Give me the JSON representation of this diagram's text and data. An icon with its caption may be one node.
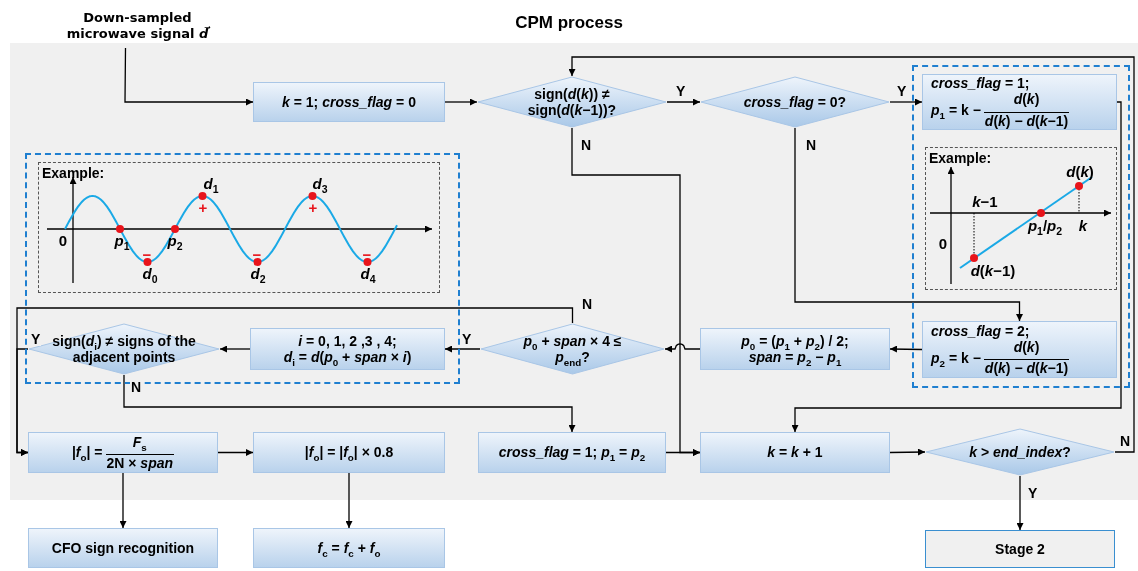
{
  "diagram": {
    "title": "CPM process",
    "nodes": [
      {
        "text": [
          "Down-sampled microwave signal *d⃗*"
        ]
      },
      {
        "text": [
          "*k* = 1; *cross_flag* = 0"
        ]
      },
      {
        "text": [
          "sign(*d*(*k*)) ≠ sign(*d*(*k*−1))?"
        ]
      },
      {
        "text": [
          "*cross_flag* = 0?"
        ]
      },
      {
        "text": [],
        "shape": "box"
      },
      {
        "text": [
          "*cross_flag* = 1;",
          "*p*$_{1}$ = k −",
          "*d*(*k*)",
          "*d*(*k*) − *d*(*k*−1)"
        ],
        "in": 4
      },
      {
        "text": [
          "Example:"
        ],
        "in": 4
      },
      {
        "text": [],
        "shape": "box"
      },
      {
        "text": [
          "Example:"
        ],
        "in": 7
      },
      {
        "text": [
          "sign(*d*$_{i}$) ≠ signs of the adjacent points"
        ],
        "in": 7
      },
      {
        "text": [
          "*i* = 0, 1, 2 ,3 , 4;",
          "*d*$_{i}$ = *d*(*p*$_{0}$ + *span* × *i*)"
        ],
        "in": 7
      },
      {
        "text": [
          "*p*$_{0}$ + *span* × 4 ≤ *p*$_{end}$?"
        ]
      },
      {
        "text": [
          "*p*$_{0}$ = (*p*$_{1}$ + *p*$_{2}$) / 2;",
          "*span* = *p*$_{2}$ − *p*$_{1}$"
        ]
      },
      {
        "text": [
          "*cross_flag* = 2;",
          "*p*$_{2}$ = k −",
          "*d*(*k*)",
          "*d*(*k*) − *d*(*k*−1)"
        ],
        "in": 4
      },
      {
        "text": [
          "|*f*$_{o}$| =",
          "*F*$_{s}$",
          "2N × *span*"
        ]
      },
      {
        "text": [
          "|*f*$_{o}$| = |*f*$_{o}$| × 0.8"
        ]
      },
      {
        "text": [
          "*cross_flag* = 1; *p*$_{1}$ = *p*$_{2}$"
        ]
      },
      {
        "text": [
          "*k* = *k* + 1"
        ]
      },
      {
        "text": [
          "*k* > *end_index*?"
        ]
      },
      {
        "text": [
          "CFO sign recognition"
        ]
      },
      {
        "text": [
          "*f*$_{c}$ = *f*$_{c}$ + *f*$_{o}$"
        ]
      },
      {
        "text": [
          "Stage 2"
        ]
      }
    ],
    "edges": [
      {
        "from": 0,
        "to": 1,
        "arrow": "to"
      },
      {
        "from": 1,
        "to": 2,
        "arrow": "to"
      },
      {
        "from": 2,
        "to": 3,
        "arrow": "to",
        "label": "Y"
      },
      {
        "from": 3,
        "to": 5,
        "arrow": "to",
        "label": "Y"
      },
      {
        "from": 2,
        "to": 17,
        "arrow": "to",
        "label": "N"
      },
      {
        "from": 3,
        "to": 13,
        "arrow": "to",
        "label": "N"
      },
      {
        "from": 5,
        "to": 17,
        "arrow": "to"
      },
      {
        "from": 13,
        "to": 12,
        "arrow": "to"
      },
      {
        "from": 12,
        "to": 11,
        "arrow": "to"
      },
      {
        "from": 11,
        "to": 10,
        "arrow": "to",
        "label": "Y"
      },
      {
        "from": 10,
        "to": 9,
        "arrow": "to"
      },
      {
        "from": 9,
        "to": 14,
        "arrow": "to",
        "label": "Y"
      },
      {
        "from": 9,
        "to": 16,
        "arrow": "to",
        "label": "N"
      },
      {
        "from": 11,
        "to": 14,
        "arrow": "to",
        "label": "N"
      },
      {
        "from": 14,
        "to": 15,
        "arrow": "to"
      },
      {
        "from": 14,
        "to": 19,
        "arrow": "to"
      },
      {
        "from": 15,
        "to": 20,
        "arrow": "to"
      },
      {
        "from": 16,
        "to": 17,
        "arrow": "to"
      },
      {
        "from": 17,
        "to": 18,
        "arrow": "to"
      },
      {
        "from": 18,
        "to": 21,
        "arrow": "to",
        "label": "Y"
      },
      {
        "from": 18,
        "to": 2,
        "arrow": "to",
        "label": "N"
      }
    ],
    "labels": [
      "*d*$_{1}$",
      "*d*$_{3}$",
      "+",
      "+",
      "0",
      "*p*$_{1}$",
      "*p*$_{2}$",
      "−",
      "−",
      "−",
      "*d*$_{0}$",
      "*d*$_{2}$",
      "*d*$_{4}$",
      "*d*(*k*)",
      "*k*−1",
      "*p*$_{1}$/*p*$_{2}$",
      "*k*",
      "0",
      "*d*(*k*−1)"
    ]
  }
}
